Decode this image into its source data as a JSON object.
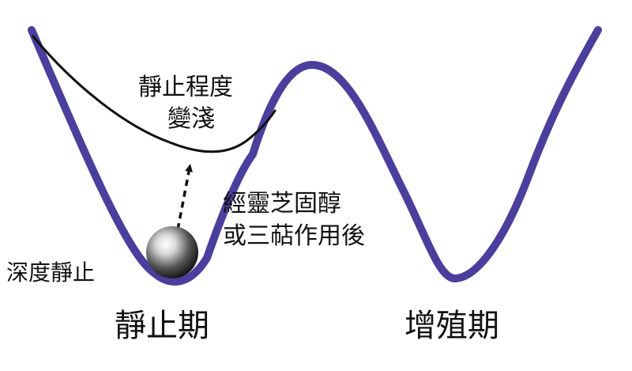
{
  "labels": {
    "shallow_quiescence": [
      "靜止程度",
      "變淺"
    ],
    "treatment": [
      "經靈芝固醇",
      "或三萜作用後"
    ],
    "deep_quiescence": "深度靜止",
    "quiescent_phase": "靜止期",
    "proliferative_phase": "增殖期"
  },
  "colors": {
    "main_curve": "#4a3f9c",
    "shallow_curve": "#111111",
    "arrow": "#111111",
    "text": "#111111"
  },
  "icons": {
    "cell": "sphere-ball-icon"
  }
}
